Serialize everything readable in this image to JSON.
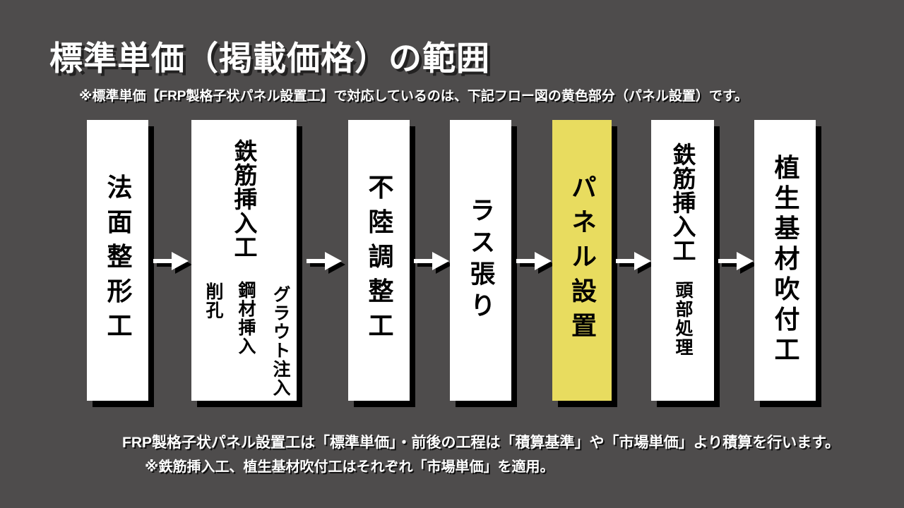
{
  "page": {
    "title": "標準単価（掲載価格）の範囲",
    "subtitle": "※標準単価【FRP製格子状パネル設置工】で対応しているのは、下記フロー図の黄色部分（パネル設置）です。"
  },
  "flow": {
    "box_color": "#ffffff",
    "highlight_color": "#e8dc5f",
    "shadow_color": "#000000",
    "boxes": [
      {
        "label": "法面整形工",
        "highlighted": false
      },
      {
        "label": "鉄筋挿入工",
        "highlighted": false,
        "subs": [
          "削孔",
          "鋼材挿入",
          "グラウト注入"
        ]
      },
      {
        "label": "不陸調整工",
        "highlighted": false
      },
      {
        "label": "ラス張り",
        "highlighted": false
      },
      {
        "label": "パネル設置",
        "highlighted": true
      },
      {
        "label": "鉄筋挿入工",
        "highlighted": false,
        "subs": [
          "頭部処理"
        ]
      },
      {
        "label": "植生基材吹付工",
        "highlighted": false
      }
    ]
  },
  "notes": {
    "line1": "FRP製格子状パネル設置工は「標準単価」・前後の工程は「積算基準」や「市場単価」より積算を行います。",
    "line2": "※鉄筋挿入工、植生基材吹付工はそれぞれ「市場単価」を適用。"
  }
}
